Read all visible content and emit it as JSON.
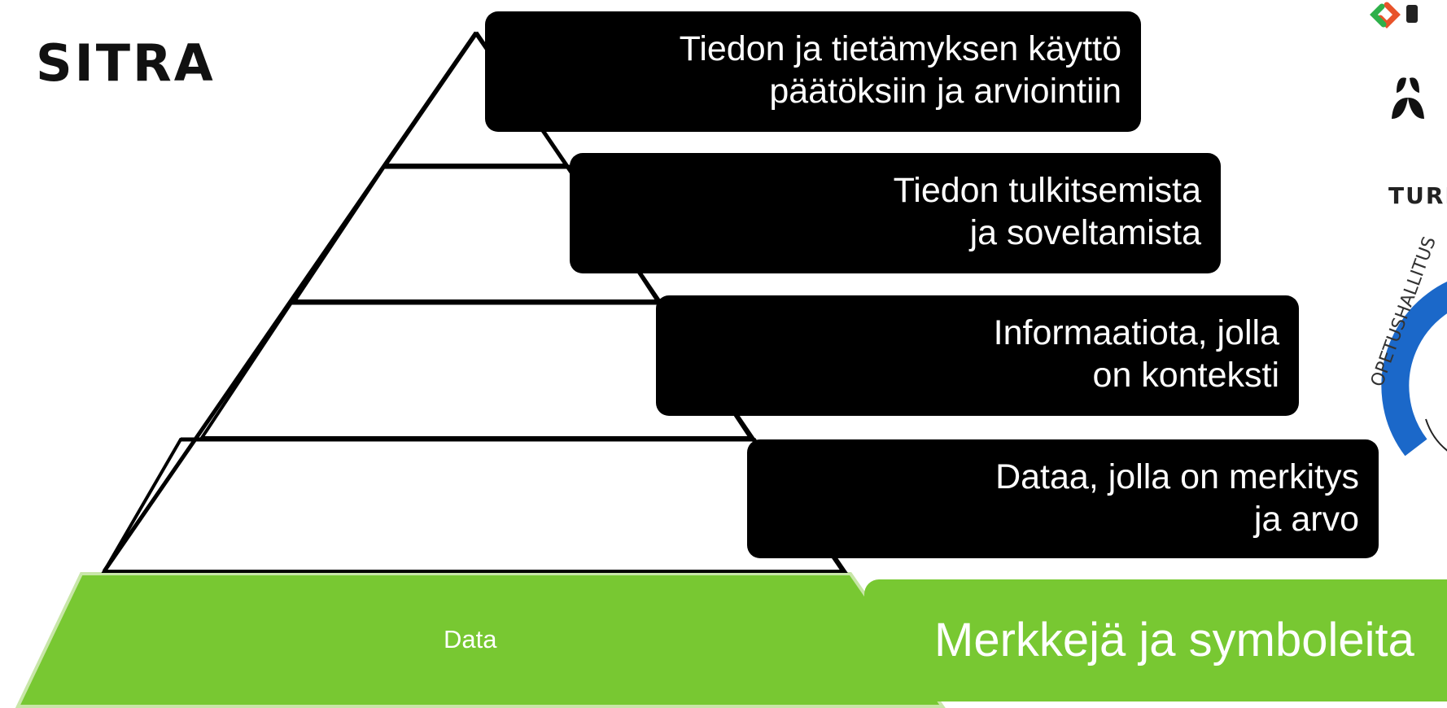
{
  "logo": {
    "text": "SITRA"
  },
  "pyramid": {
    "levels": [
      {
        "line1": "Tiedon ja tietämyksen käyttö",
        "line2": "päätöksiin ja arviointiin"
      },
      {
        "line1": "Tiedon tulkitsemista",
        "line2": "ja soveltamista"
      },
      {
        "line1": "Informaatiota, jolla",
        "line2": "on konteksti"
      },
      {
        "line1": "Dataa, jolla on merkitys",
        "line2": "ja arvo"
      }
    ],
    "base_label": "Data",
    "base_description": "Merkkejä ja symboleita",
    "colors": {
      "box": "#000000",
      "base": "#78c832",
      "level_fill": "#ffffff"
    }
  },
  "partner_logos": {
    "turku_text": "TURK",
    "seal_text": "OPETUSHALLITUS",
    "icons": [
      "network-logo-icon",
      "leaf-logo-icon",
      "seal-logo-icon"
    ]
  }
}
